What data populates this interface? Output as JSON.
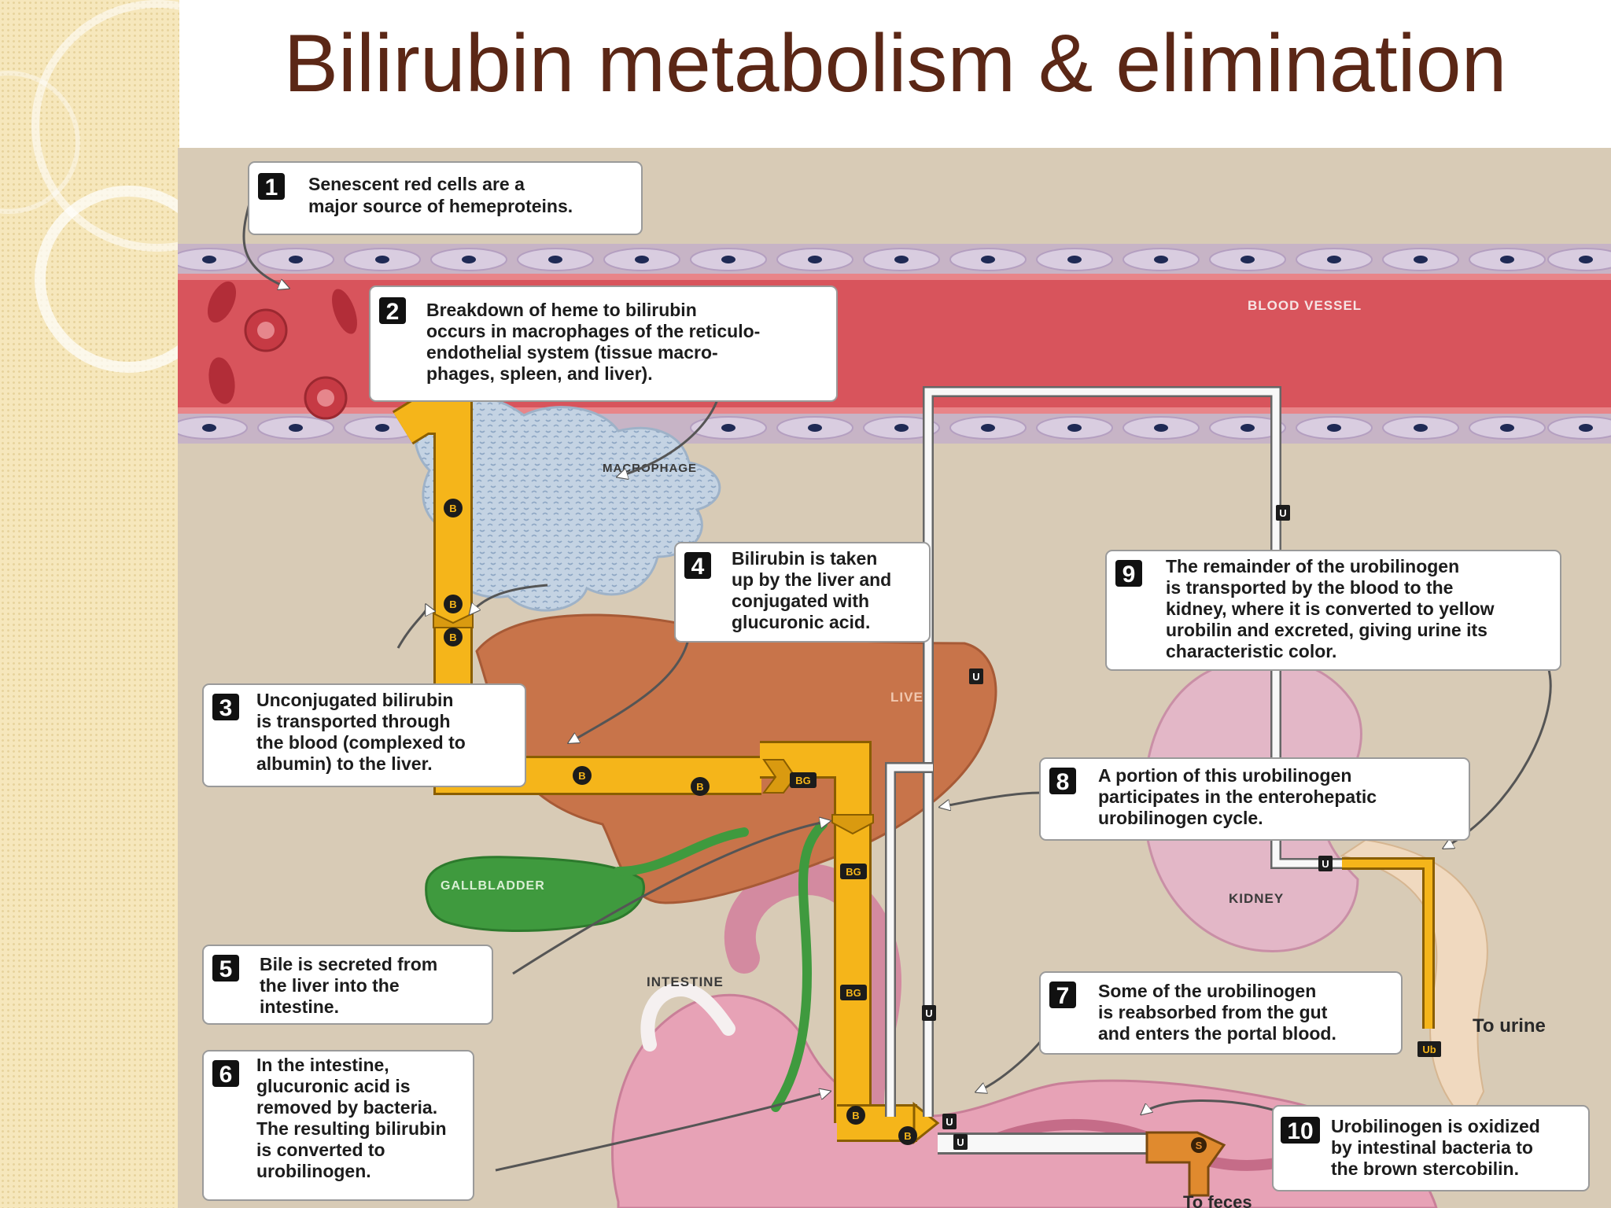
{
  "title": "Bilirubin metabolism & elimination",
  "steps": [
    {
      "number": "1",
      "lines": [
        "Senescent red cells are a",
        "major source of hemeproteins."
      ]
    },
    {
      "number": "2",
      "lines": [
        "Breakdown of heme to bilirubin",
        "occurs in macrophages of the reticulo-",
        "endothelial system (tissue macro-",
        "phages, spleen, and liver)."
      ]
    },
    {
      "number": "3",
      "lines": [
        "Unconjugated bilirubin",
        "is transported through",
        "the blood (complexed to",
        "albumin) to the liver."
      ]
    },
    {
      "number": "4",
      "lines": [
        "Bilirubin is taken",
        "up by the liver and",
        "conjugated with",
        "glucuronic acid."
      ]
    },
    {
      "number": "5",
      "lines": [
        "Bile is secreted from",
        "the liver into the",
        "intestine."
      ]
    },
    {
      "number": "6",
      "lines": [
        "In the intestine,",
        "glucuronic acid is",
        "removed by bacteria.",
        "The resulting bilirubin",
        "is converted to",
        "urobilinogen."
      ]
    },
    {
      "number": "7",
      "lines": [
        "Some of the urobilinogen",
        "is reabsorbed from the gut",
        "and enters the portal blood."
      ]
    },
    {
      "number": "8",
      "lines": [
        "A portion of this urobilinogen",
        "participates in the enterohepatic",
        "urobilinogen cycle."
      ]
    },
    {
      "number": "9",
      "lines": [
        "The remainder of the urobilinogen",
        "is transported by the blood to the",
        "kidney, where it is converted to yellow",
        "urobilin and excreted, giving urine its",
        "characteristic color."
      ]
    },
    {
      "number": "10",
      "lines": [
        "Urobilinogen is oxidized",
        "by intestinal bacteria to",
        "the brown stercobilin."
      ]
    }
  ],
  "organ_labels": {
    "blood_vessel": "BLOOD VESSEL",
    "macrophage": "MACROPHAGE",
    "liver": "LIVER",
    "gallbladder": "GALLBLADDER",
    "intestine": "INTESTINE",
    "kidney": "KIDNEY"
  },
  "outputs": {
    "urine": "To urine",
    "feces": "To feces"
  },
  "molecule_chips": {
    "bilirubin": "B",
    "bilirubin_glucuronide": "BG",
    "urobilinogen": "U",
    "urobilin": "Ub",
    "stercobilin": "S"
  },
  "colors": {
    "title": "#5b2716",
    "blood_vessel": "#d8545c",
    "bilirubin_pathway": "#f5b51a",
    "liver": "#c8744a",
    "gallbladder": "#3f9a3e",
    "stercobilin": "#e08a2e",
    "background": "#d8cbb6"
  }
}
